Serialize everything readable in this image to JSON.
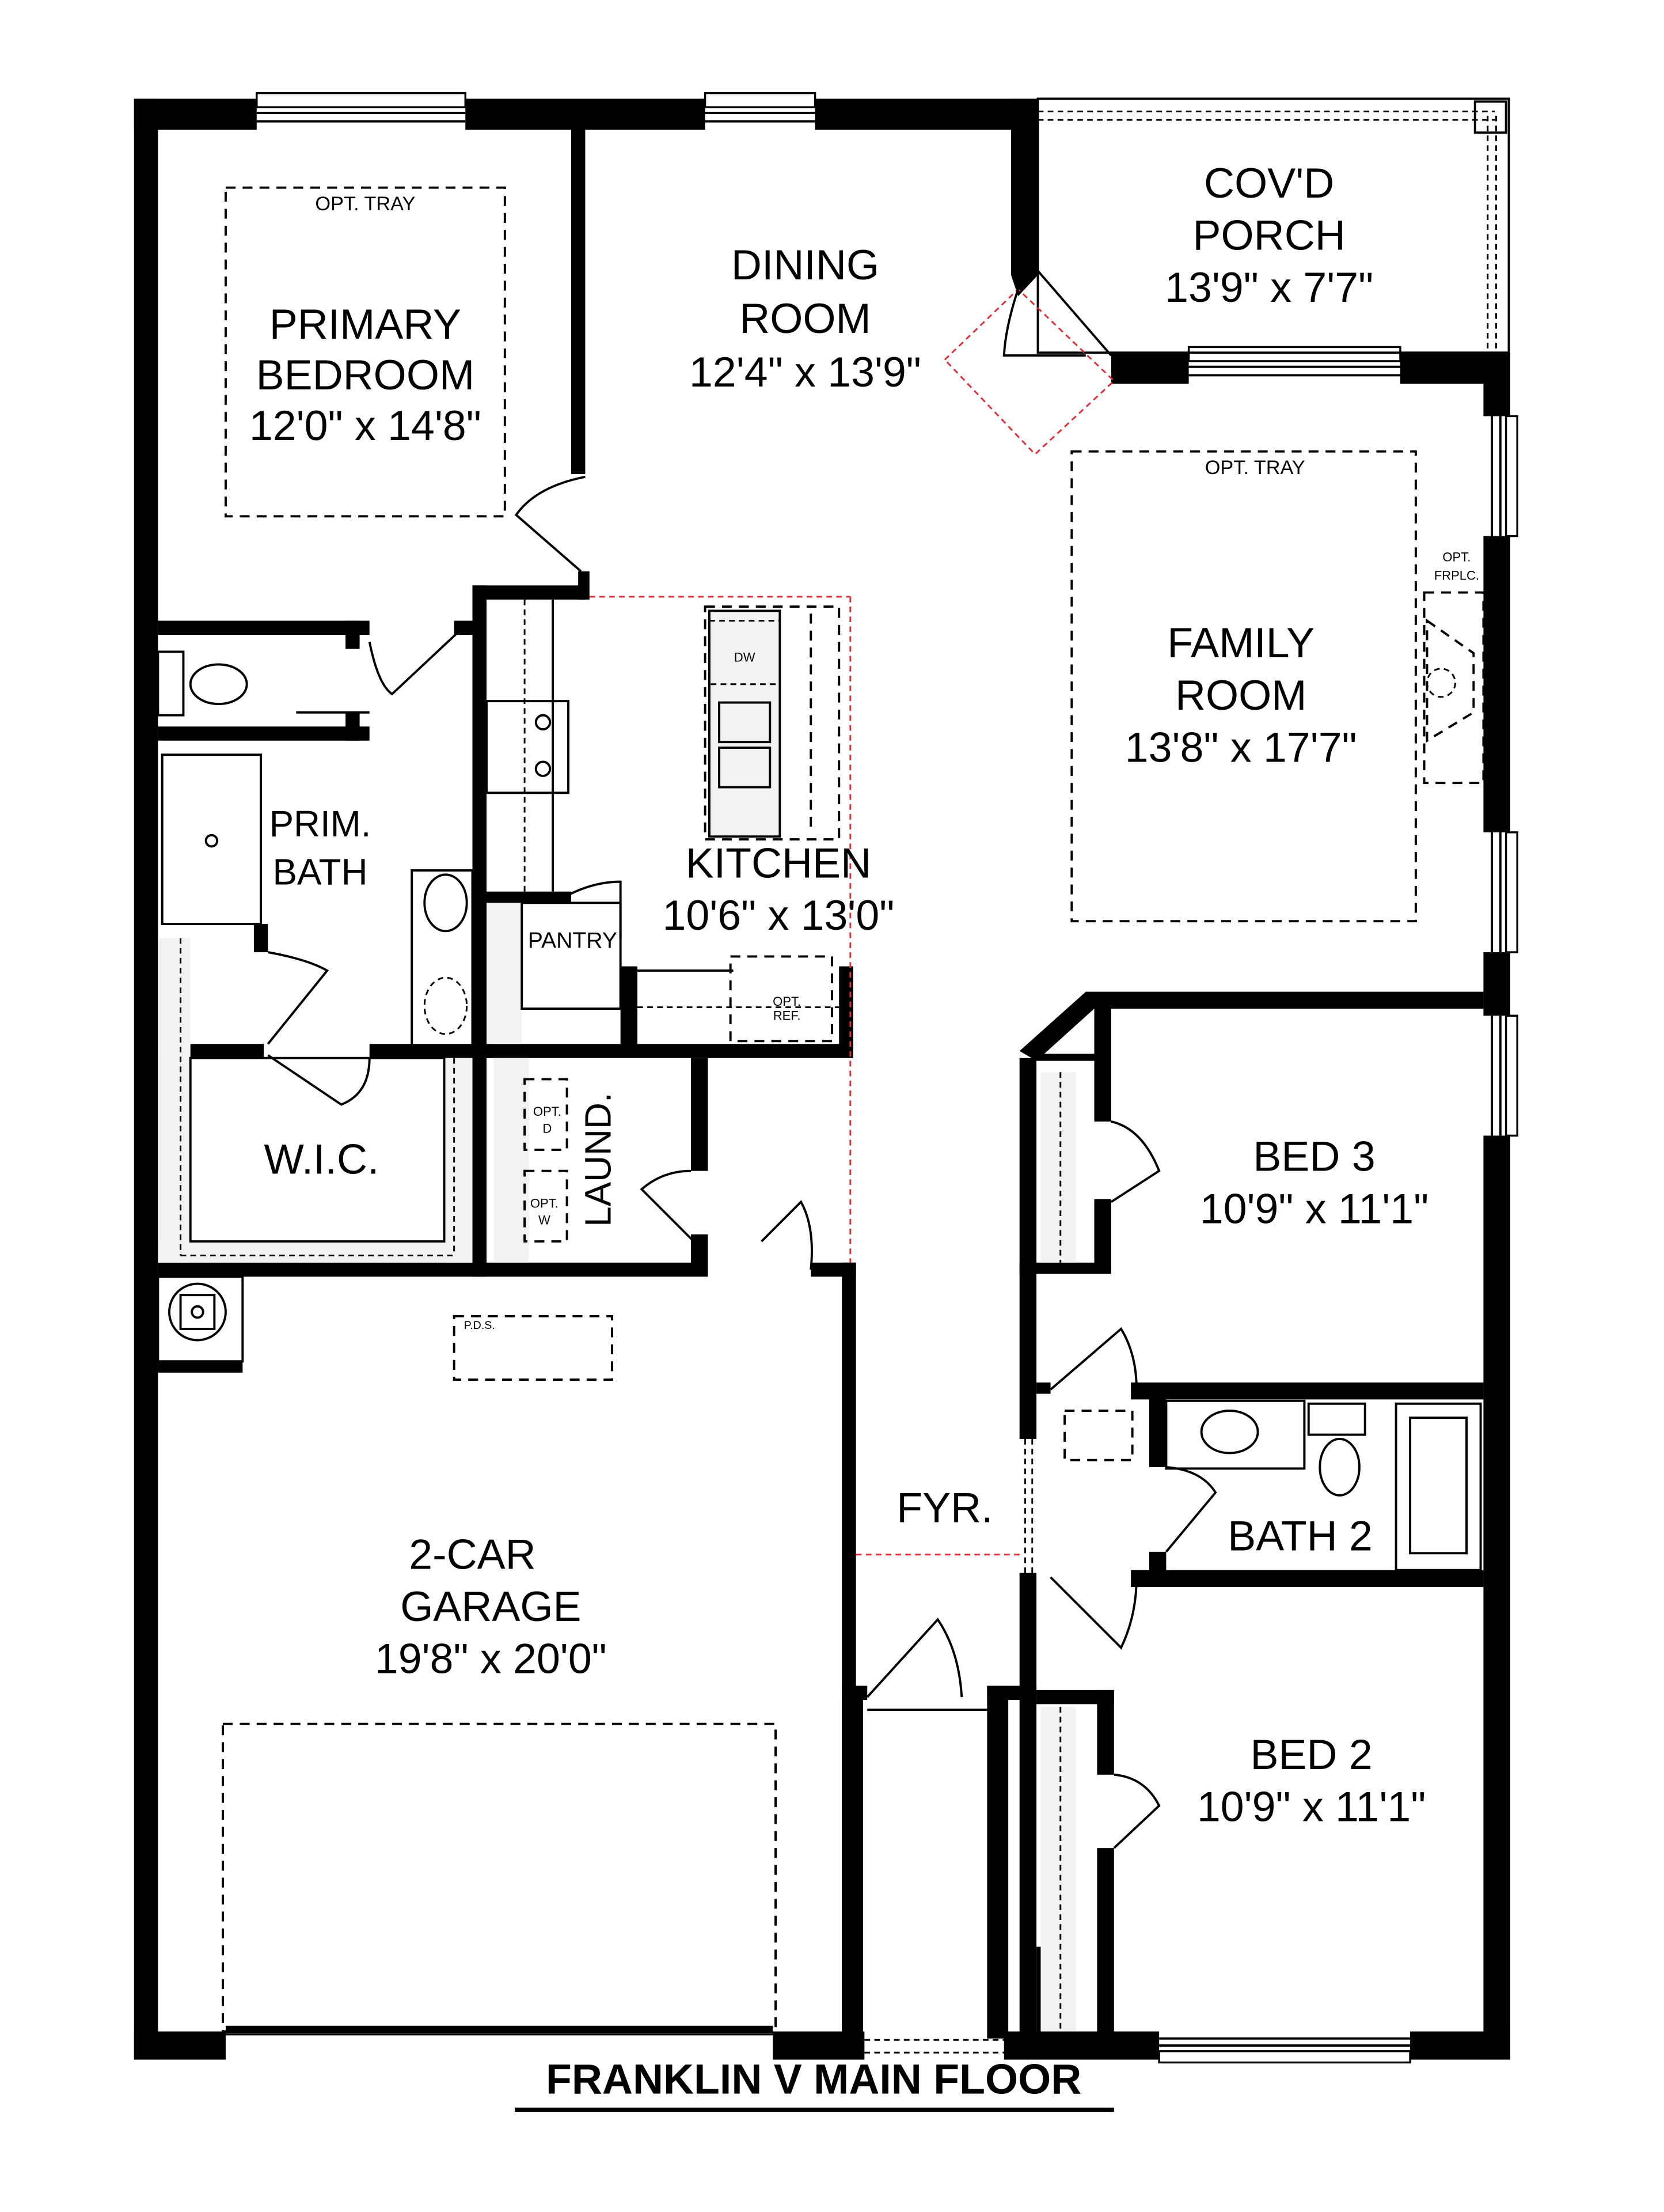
{
  "plan": {
    "title": "FRANKLIN V MAIN FLOOR",
    "rooms": {
      "primary_bedroom": {
        "line1": "PRIMARY",
        "line2": "BEDROOM",
        "size": "12'0\" x 14'8\"",
        "tray": "OPT. TRAY"
      },
      "dining_room": {
        "line1": "DINING",
        "line2": "ROOM",
        "size": "12'4\" x 13'9\""
      },
      "covd_porch": {
        "line1": "COV'D",
        "line2": "PORCH",
        "size": "13'9\" x 7'7\""
      },
      "family_room": {
        "line1": "FAMILY",
        "line2": "ROOM",
        "size": "13'8\" x 17'7\"",
        "tray": "OPT. TRAY",
        "fireplace_line1": "OPT.",
        "fireplace_line2": "FRPLC."
      },
      "prim_bath": {
        "line1": "PRIM.",
        "line2": "BATH"
      },
      "kitchen": {
        "line1": "KITCHEN",
        "size": "10'6\" x 13'0\"",
        "dw": "DW",
        "ref_line1": "OPT.",
        "ref_line2": "REF."
      },
      "pantry": {
        "label": "PANTRY"
      },
      "wic": {
        "label": "W.I.C."
      },
      "laundry": {
        "label": "LAUND.",
        "dryer_line1": "OPT.",
        "dryer_line2": "D",
        "washer_line1": "OPT.",
        "washer_line2": "W"
      },
      "bed3": {
        "line1": "BED 3",
        "size": "10'9\" x 11'1\""
      },
      "bath2": {
        "line1": "BATH 2"
      },
      "foyer": {
        "label": "FYR."
      },
      "garage": {
        "line1": "2-CAR",
        "line2": "GARAGE",
        "size": "19'8\" x 20'0\"",
        "pds": "P.D.S."
      },
      "bed2": {
        "line1": "BED 2",
        "size": "10'9\" x 11'1\""
      }
    },
    "colors": {
      "wall": "#000000",
      "optional_line": "#e0303a",
      "closet_fill": "#f2f2f2"
    }
  }
}
